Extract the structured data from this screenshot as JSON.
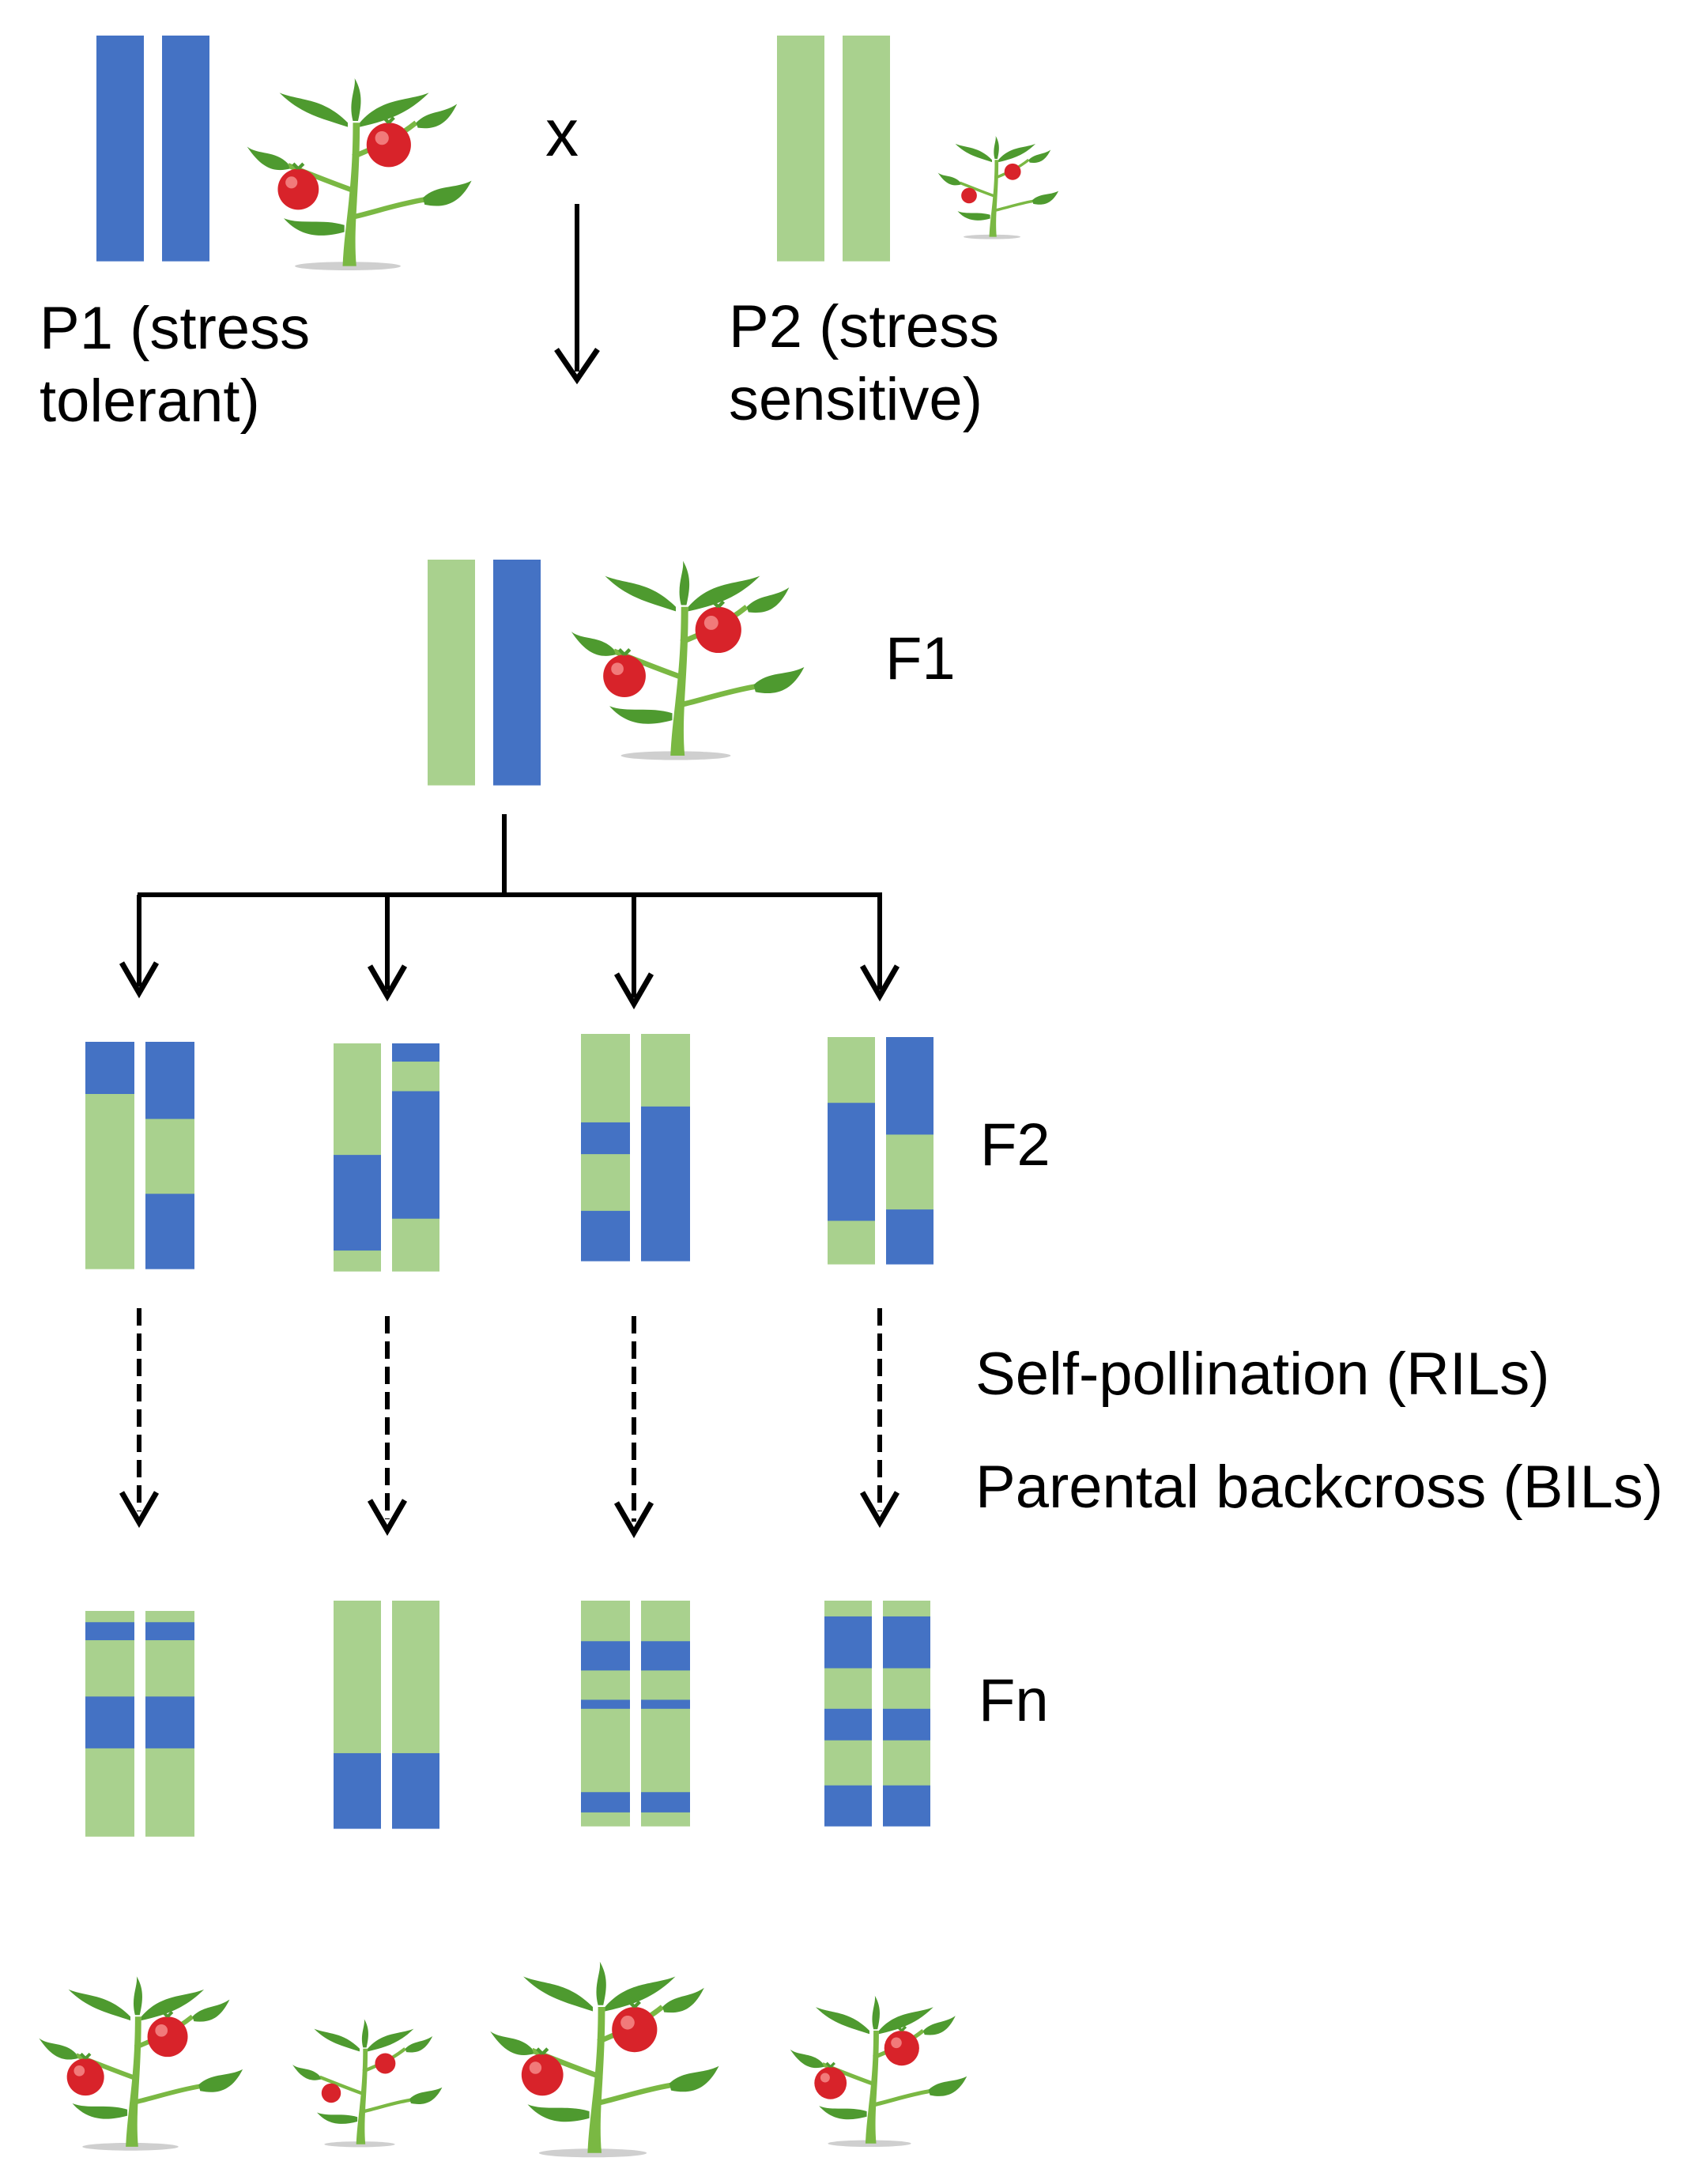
{
  "colors": {
    "tolerant_blue": "#4472c4",
    "sensitive_green": "#a9d18e",
    "arrow": "#000000",
    "tomato_red": "#d8232a",
    "leaf_green": "#4e9a2f",
    "stem_green": "#7ab843"
  },
  "labels": {
    "cross_symbol": "x",
    "p1_line1": "P1 (stress",
    "p1_line2": "tolerant)",
    "p2_line1": "P2 (stress",
    "p2_line2": "sensitive)",
    "f1": "F1",
    "f2": "F2",
    "fn": "Fn",
    "self_pollination": "Self-pollination (RILs)",
    "backcross": "Parental backcross (BILs)"
  },
  "icons": [
    "tomato-plant-icon",
    "arrow-down-icon",
    "dashed-arrow-down-icon"
  ],
  "chromosomes": {
    "legend": {
      "b": "stress tolerant (P1)",
      "g": "stress sensitive (P2)"
    },
    "p1": [
      [
        [
          "b",
          1.0
        ]
      ],
      [
        [
          "b",
          1.0
        ]
      ]
    ],
    "p2": [
      [
        [
          "g",
          1.0
        ]
      ],
      [
        [
          "g",
          1.0
        ]
      ]
    ],
    "f1": [
      [
        [
          "g",
          1.0
        ]
      ],
      [
        [
          "b",
          1.0
        ]
      ]
    ],
    "f2": [
      [
        [
          [
            "b",
            0.23
          ],
          [
            "g",
            0.77
          ]
        ],
        [
          [
            "b",
            0.34
          ],
          [
            "g",
            0.33
          ],
          [
            "b",
            0.33
          ]
        ]
      ],
      [
        [
          [
            "g",
            0.49
          ],
          [
            "b",
            0.42
          ],
          [
            "g",
            0.09
          ]
        ],
        [
          [
            "b",
            0.08
          ],
          [
            "g",
            0.13
          ],
          [
            "b",
            0.56
          ],
          [
            "g",
            0.23
          ]
        ]
      ],
      [
        [
          [
            "g",
            0.39
          ],
          [
            "b",
            0.14
          ],
          [
            "g",
            0.25
          ],
          [
            "b",
            0.22
          ]
        ],
        [
          [
            "g",
            0.32
          ],
          [
            "b",
            0.68
          ]
        ]
      ],
      [
        [
          [
            "g",
            0.29
          ],
          [
            "b",
            0.52
          ],
          [
            "g",
            0.19
          ]
        ],
        [
          [
            "b",
            0.43
          ],
          [
            "g",
            0.33
          ],
          [
            "b",
            0.24
          ]
        ]
      ]
    ],
    "fn": [
      [
        [
          [
            "g",
            0.05
          ],
          [
            "b",
            0.08
          ],
          [
            "g",
            0.25
          ],
          [
            "b",
            0.23
          ],
          [
            "g",
            0.39
          ]
        ],
        [
          [
            "g",
            0.05
          ],
          [
            "b",
            0.08
          ],
          [
            "g",
            0.25
          ],
          [
            "b",
            0.23
          ],
          [
            "g",
            0.39
          ]
        ]
      ],
      [
        [
          [
            "g",
            0.67
          ],
          [
            "b",
            0.33
          ]
        ],
        [
          [
            "g",
            0.67
          ],
          [
            "b",
            0.33
          ]
        ]
      ],
      [
        [
          [
            "g",
            0.18
          ],
          [
            "b",
            0.13
          ],
          [
            "g",
            0.13
          ],
          [
            "b",
            0.04
          ],
          [
            "g",
            0.37
          ],
          [
            "b",
            0.09
          ],
          [
            "g",
            0.06
          ]
        ],
        [
          [
            "g",
            0.18
          ],
          [
            "b",
            0.13
          ],
          [
            "g",
            0.13
          ],
          [
            "b",
            0.04
          ],
          [
            "g",
            0.37
          ],
          [
            "b",
            0.09
          ],
          [
            "g",
            0.06
          ]
        ]
      ],
      [
        [
          [
            "g",
            0.07
          ],
          [
            "b",
            0.23
          ],
          [
            "g",
            0.18
          ],
          [
            "b",
            0.14
          ],
          [
            "g",
            0.2
          ],
          [
            "b",
            0.18
          ]
        ],
        [
          [
            "g",
            0.07
          ],
          [
            "b",
            0.23
          ],
          [
            "g",
            0.18
          ],
          [
            "b",
            0.14
          ],
          [
            "g",
            0.2
          ],
          [
            "b",
            0.18
          ]
        ]
      ]
    ]
  }
}
